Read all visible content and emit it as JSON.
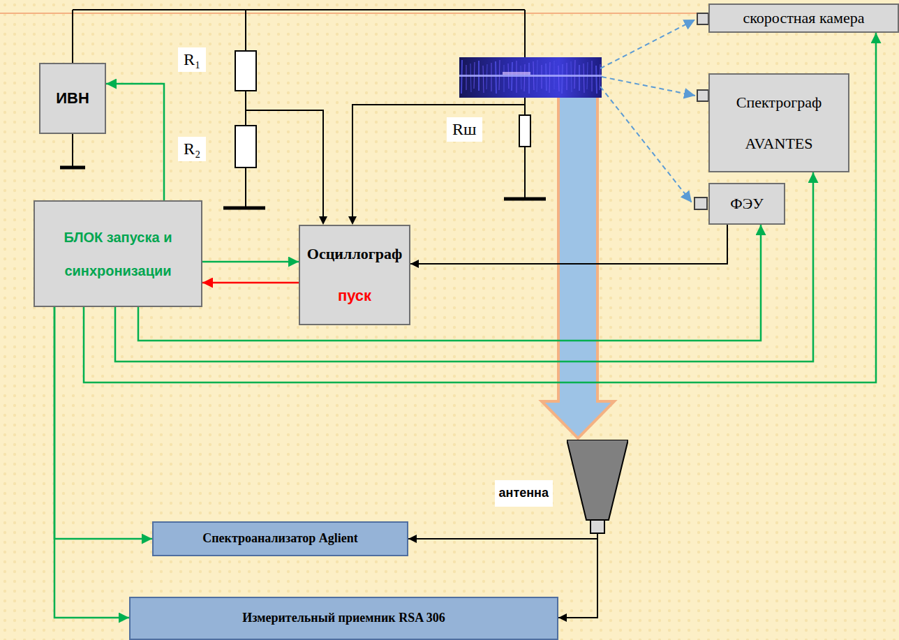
{
  "diagram": {
    "nodes": [
      {
        "text": [
          "ИВН"
        ]
      },
      {
        "text": [
          "скоростная камера"
        ]
      },
      {
        "text": [
          "Спектрограф AVANTES"
        ]
      },
      {
        "text": [
          "БЛОК запуска и синхронизации"
        ]
      },
      {
        "text": [
          "Осциллограф",
          "пуск"
        ]
      },
      {
        "text": [
          "ФЭУ"
        ]
      },
      {
        "text": [
          "антенна"
        ]
      },
      {
        "text": [
          "Спектроанализатор Aglient"
        ]
      },
      {
        "text": [
          "Измерительный приемник RSA 306"
        ]
      }
    ],
    "edges": [
      {
        "from": 3,
        "to": 0,
        "arrow": "to"
      },
      {
        "from": 3,
        "to": 4,
        "arrow": "to"
      },
      {
        "from": 4,
        "to": 3,
        "arrow": "to"
      },
      {
        "from": 3,
        "to": 5,
        "arrow": "to"
      },
      {
        "from": 3,
        "to": 2,
        "arrow": "to"
      },
      {
        "from": 3,
        "to": 1,
        "arrow": "to"
      },
      {
        "from": 3,
        "to": 7,
        "arrow": "to"
      },
      {
        "from": 3,
        "to": 8,
        "arrow": "to"
      },
      {
        "from": 5,
        "to": 4,
        "arrow": "to"
      },
      {
        "from": 6,
        "to": 7,
        "arrow": "to"
      },
      {
        "from": 6,
        "to": 8,
        "arrow": "to"
      }
    ],
    "labels": [
      "R₁",
      "R₂",
      "Rш"
    ]
  }
}
